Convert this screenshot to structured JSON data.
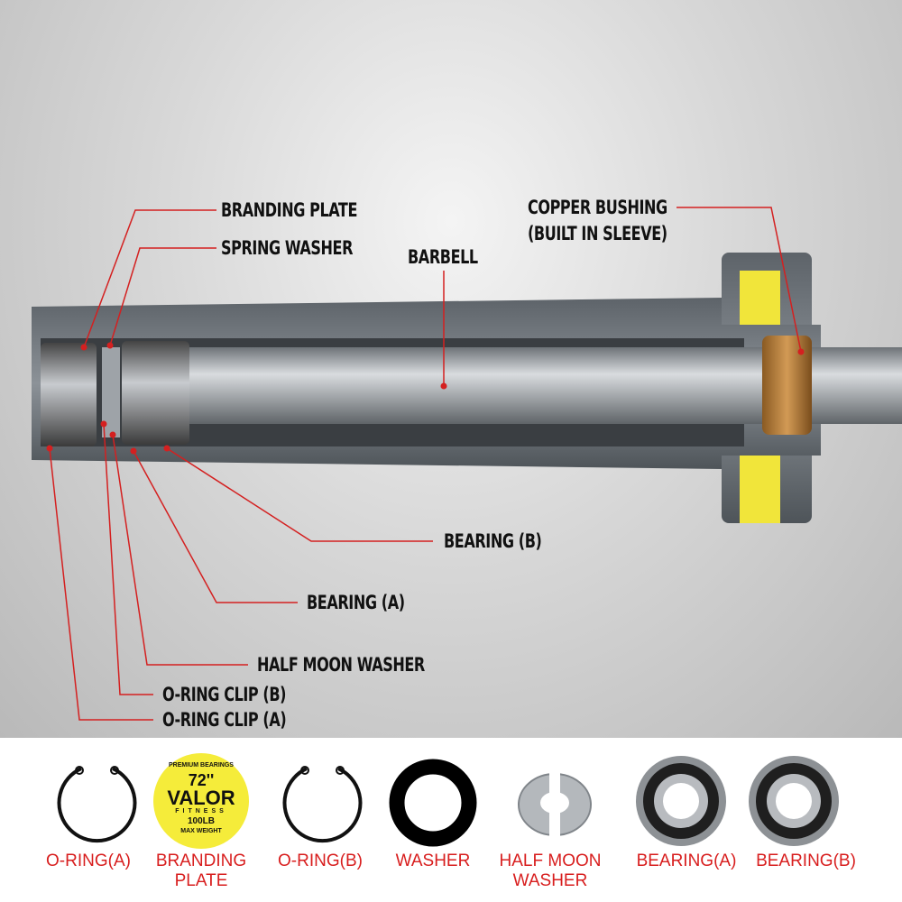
{
  "callouts": {
    "branding_plate": "BRANDING PLATE",
    "spring_washer": "SPRING WASHER",
    "barbell": "BARBELL",
    "copper_bushing_1": "COPPER BUSHING",
    "copper_bushing_2": "(BUILT IN SLEEVE)",
    "bearing_b": "BEARING (B)",
    "bearing_a": "BEARING (A)",
    "half_moon_washer": "HALF MOON WASHER",
    "o_ring_clip_b": "O-RING CLIP (B)",
    "o_ring_clip_a": "O-RING CLIP (A)"
  },
  "plate": {
    "top": "PREMIUM BEARINGS",
    "size": "72''",
    "brand": "VALOR",
    "sub": "FITNESS",
    "weight": "100LB",
    "bottom": "MAX WEIGHT"
  },
  "parts": [
    {
      "label": "O-RING(A)"
    },
    {
      "label": "BRANDING PLATE"
    },
    {
      "label": "O-RING(B)"
    },
    {
      "label": "WASHER"
    },
    {
      "label": "HALF MOON WASHER"
    },
    {
      "label": "BEARING(A)"
    },
    {
      "label": "BEARING(B)"
    }
  ],
  "colors": {
    "leader": "#d42020",
    "part_label": "#d81e1e",
    "plate": "#f5ec3a"
  }
}
